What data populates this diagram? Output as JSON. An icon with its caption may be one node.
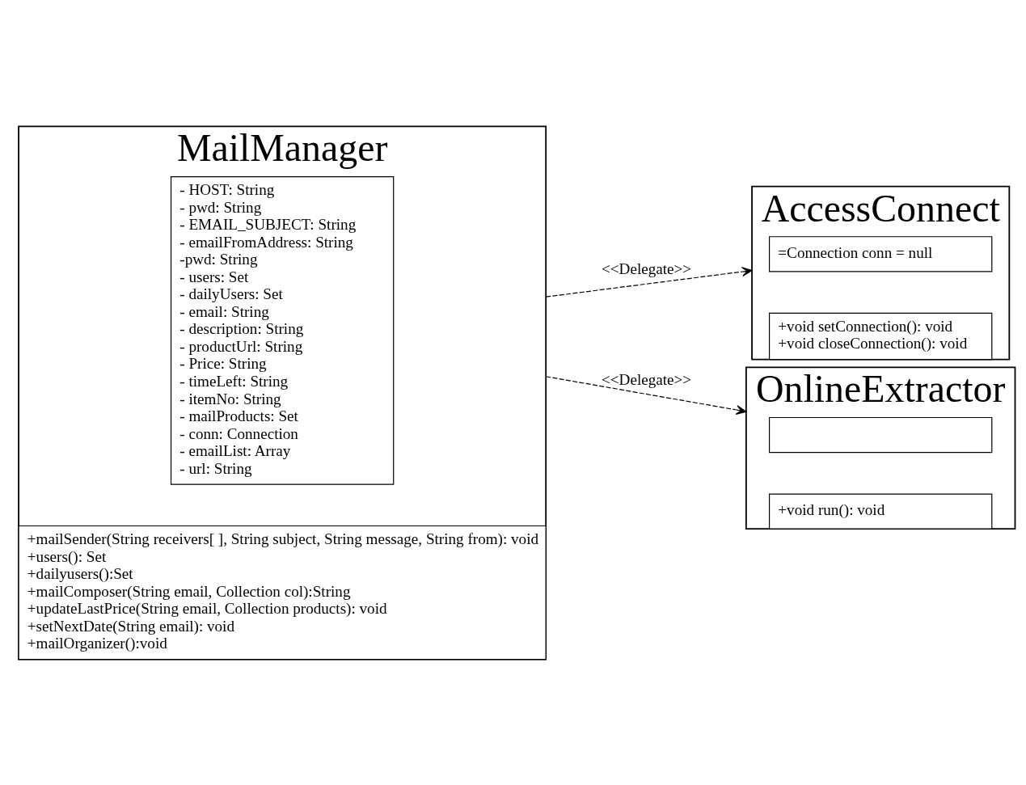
{
  "diagram": {
    "nodes": [
      {
        "text": [
          "MailManager"
        ]
      },
      {
        "text": [
          "- HOST: String",
          "- pwd: String",
          "- EMAIL_SUBJECT: String",
          "- emailFromAddress: String",
          "-pwd: String",
          "- users: Set",
          "- dailyUsers: Set",
          "- email: String",
          "- description: String",
          "- productUrl: String",
          "- Price: String",
          "- timeLeft: String",
          "- itemNo: String",
          "- mailProducts: Set",
          "- conn: Connection",
          "- emailList: Array",
          "- url: String"
        ],
        "in": 0
      },
      {
        "text": [
          "+mailSender(String receivers[ ], String subject, String message, String from): void",
          "+users(): Set",
          "+dailyusers():Set",
          "+mailComposer(String email, Collection col):String",
          "+updateLastPrice(String email, Collection products): void",
          "+setNextDate(String email): void",
          "+mailOrganizer():void"
        ],
        "in": 0
      },
      {
        "text": [
          "AccessConnect"
        ]
      },
      {
        "text": [
          "=Connection conn = null"
        ],
        "in": 3
      },
      {
        "text": [
          "+void setConnection(): void",
          "+void closeConnection(): void"
        ],
        "in": 3
      },
      {
        "text": [
          "OnlineExtractor"
        ]
      },
      {
        "text": [],
        "shape": "box",
        "in": 6
      },
      {
        "text": [
          "+void run(): void"
        ],
        "in": 6
      }
    ],
    "edges": [
      {
        "from": 0,
        "to": 3,
        "arrow": "to",
        "style": "dashed",
        "label": "<<Delegate>>"
      },
      {
        "from": 0,
        "to": 6,
        "arrow": "to",
        "style": "dashed",
        "label": "<<Delegate>>"
      }
    ]
  }
}
